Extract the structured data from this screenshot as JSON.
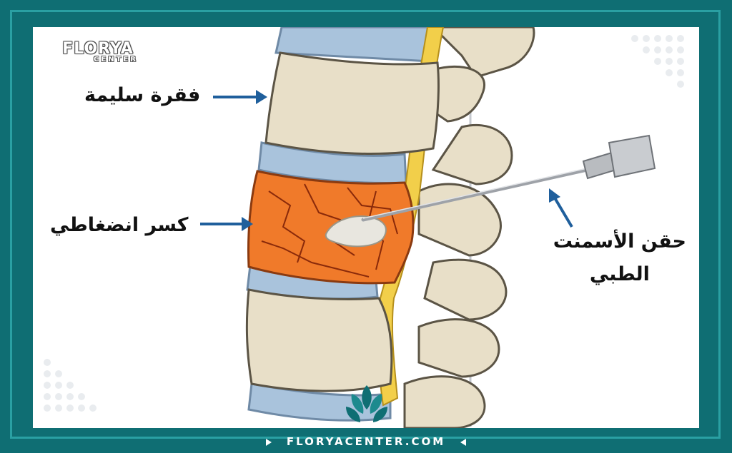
{
  "brand": {
    "logo_main": "FLORYA",
    "logo_sub": "CENTER",
    "footer_url": "FLORYACENTER.COM"
  },
  "labels": {
    "healthy_vertebra": "فقرة سليمة",
    "compression_fracture": "كسر انضغاطي",
    "cement_line1": "حقن الأسمنت",
    "cement_line2": "الطبي"
  },
  "colors": {
    "frame": "#0f6e73",
    "frame_border": "#2aa0a3",
    "bone": "#e8dfc8",
    "bone_shadow": "#c9bfa3",
    "disc": "#a9c3dc",
    "fracture": "#f07a2a",
    "spinal_cord": "#f2cf4a",
    "arrow": "#1f5f9c",
    "needle": "#b9bcc0"
  },
  "icons": [
    "leaf-logo-icon",
    "arrow-icon"
  ]
}
